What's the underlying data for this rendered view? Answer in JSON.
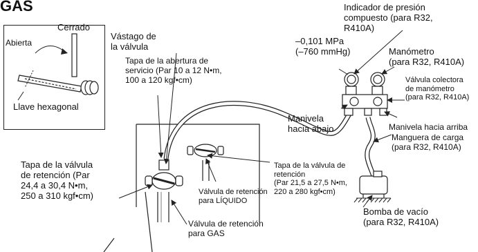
{
  "title": "GAS",
  "labels": {
    "indicador": [
      "Indicador de presión",
      "compuesto (para R32,",
      "R410A)"
    ],
    "presion_vacio": [
      "–0,101 MPa",
      "(–760 mmHg)"
    ],
    "manometro": [
      "Manómetro",
      "(para R32, R410A)"
    ],
    "valvula_colectora": [
      "Válvula colectora",
      "de manómetro",
      "(para R32, R410A)"
    ],
    "manivela_abajo": [
      "Manivela",
      "hacia abajo"
    ],
    "manivela_arriba": [
      "Manivela hacia arriba"
    ],
    "manguera": [
      "Manguera de carga",
      "(para R32, R410A)"
    ],
    "bomba": [
      "Bomba de vacío",
      "(para R32, R410A)"
    ],
    "vastago": [
      "Vástago de",
      "la válvula"
    ],
    "tapa_servicio": [
      "Tapa de la abertura de",
      "servicio (Par 10 a 12 N•m,",
      "100 a 120 kgf•cm)"
    ],
    "tapa_retencion_izq": [
      "Tapa de la válvula",
      "de retención (Par",
      "24,4 a 30,4  N•m,",
      "250 a 310 kgf•cm)"
    ],
    "tapa_retencion_der": [
      "Tapa de la válvula de",
      "retención",
      "(Par 21,5 a 27,5 N•m,",
      "220 a 280 kgf•cm)"
    ],
    "valvula_liquido": [
      "Válvula de retención",
      "para LÍQUIDO"
    ],
    "valvula_gas": [
      "Válvula de retención",
      "para GAS"
    ],
    "cerrado": "Cerrado",
    "abierta": "Abierta",
    "llave": "Llave hexagonal"
  }
}
